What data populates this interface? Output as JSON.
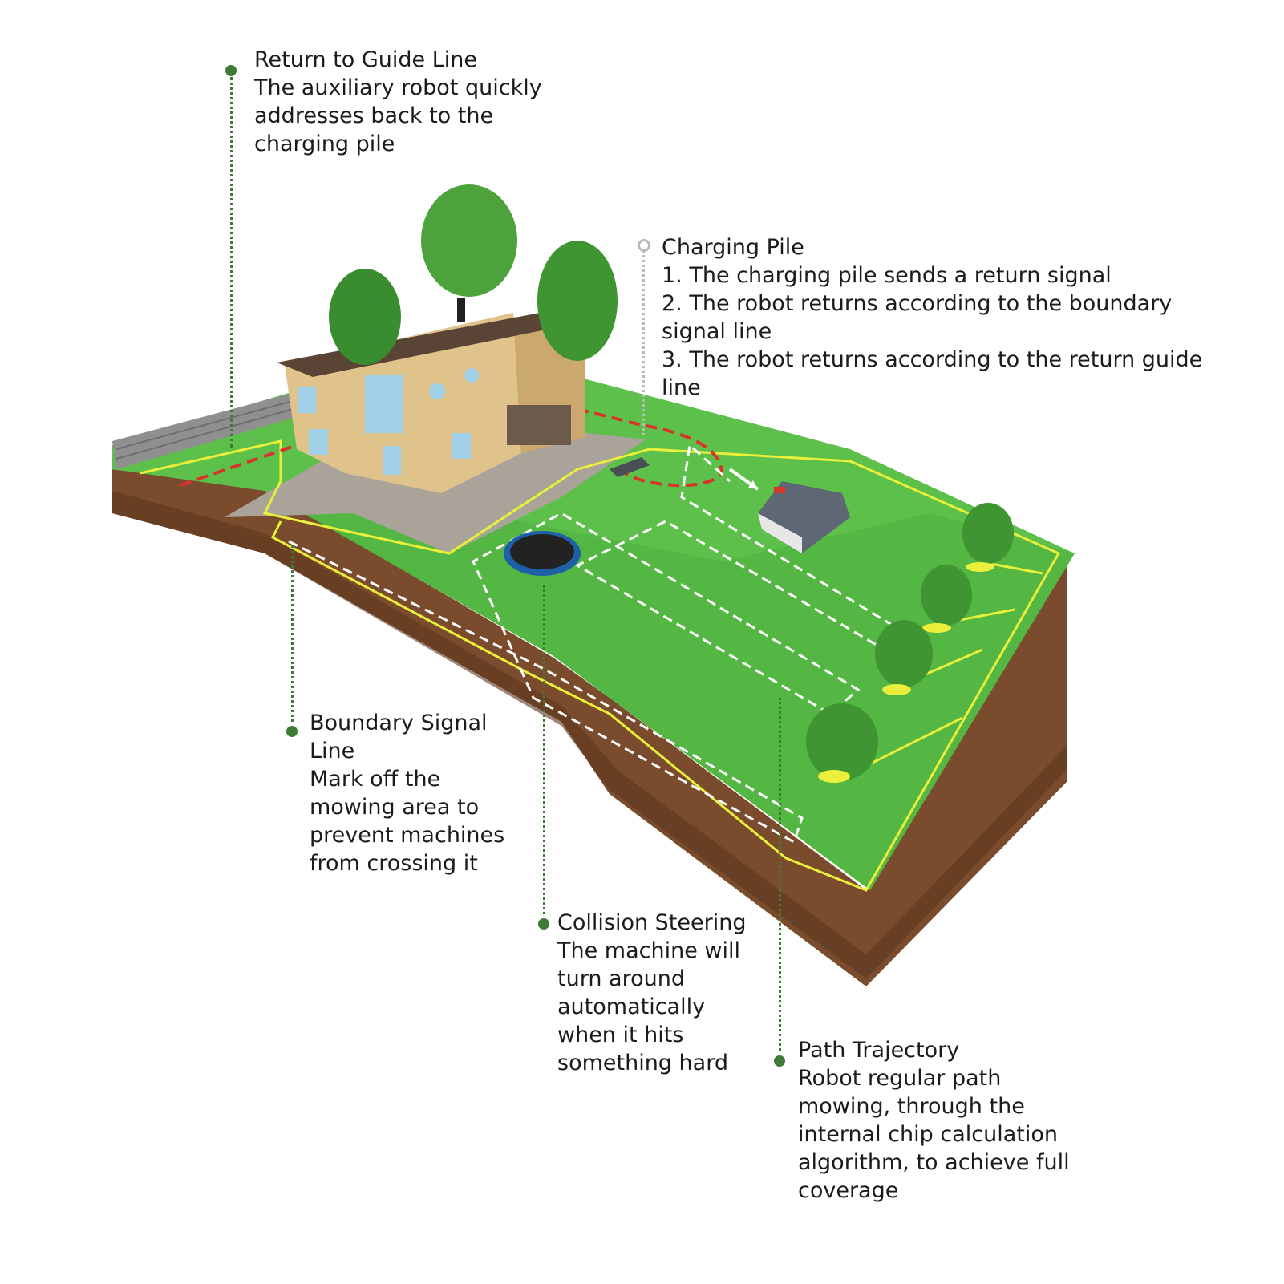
{
  "colors": {
    "grass": "#5cc04a",
    "grass_dark": "#3f9f35",
    "soil": "#7a4b2c",
    "boundary_wire": "#e9ef3a",
    "guide_line": "#d8342a",
    "path": "#ffffff",
    "dot": "#3f7a36"
  },
  "callouts": {
    "return_guide": {
      "title": "Return to Guide Line",
      "lines": [
        "The auxiliary robot quickly",
        "addresses back to the",
        "charging pile"
      ]
    },
    "charging_pile": {
      "title": "Charging Pile",
      "lines": [
        "1. The charging pile sends a return signal",
        "2. The robot returns according to the boundary",
        "signal line",
        "3. The robot returns according to the return guide",
        "line"
      ]
    },
    "boundary": {
      "title": "Boundary Signal",
      "lines": [
        "Line",
        "Mark off the",
        "mowing area to",
        "prevent machines",
        "from crossing it"
      ]
    },
    "collision": {
      "title": "Collision Steering",
      "lines": [
        "The machine will",
        "turn around",
        "automatically",
        "when it hits",
        "something hard"
      ]
    },
    "path": {
      "title": "Path Trajectory",
      "lines": [
        "Robot regular path",
        "mowing, through the",
        "internal chip calculation",
        "algorithm, to achieve full",
        "coverage"
      ]
    }
  }
}
